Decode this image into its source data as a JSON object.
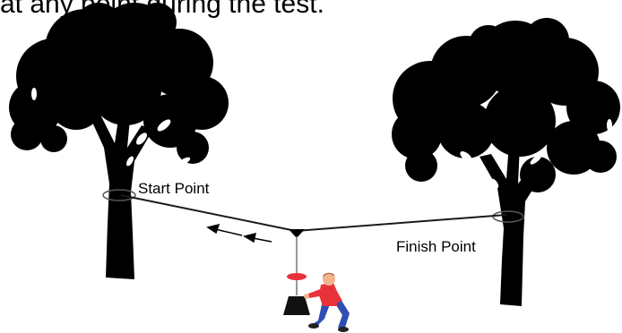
{
  "caption": "at any point during the test.",
  "labels": {
    "start": "Start Point",
    "finish": "Finish Point"
  },
  "icons": [
    "tree-icon",
    "tree-icon",
    "arrow-left-icon",
    "arrow-left-icon",
    "pulley-icon",
    "weight-icon",
    "person-icon"
  ],
  "colors": {
    "tree": "#000000",
    "line": "#1a1a1a",
    "shirt": "#e8323a",
    "pants": "#2f4fb3",
    "skin": "#f2b38f",
    "disc": "#e8323a"
  }
}
